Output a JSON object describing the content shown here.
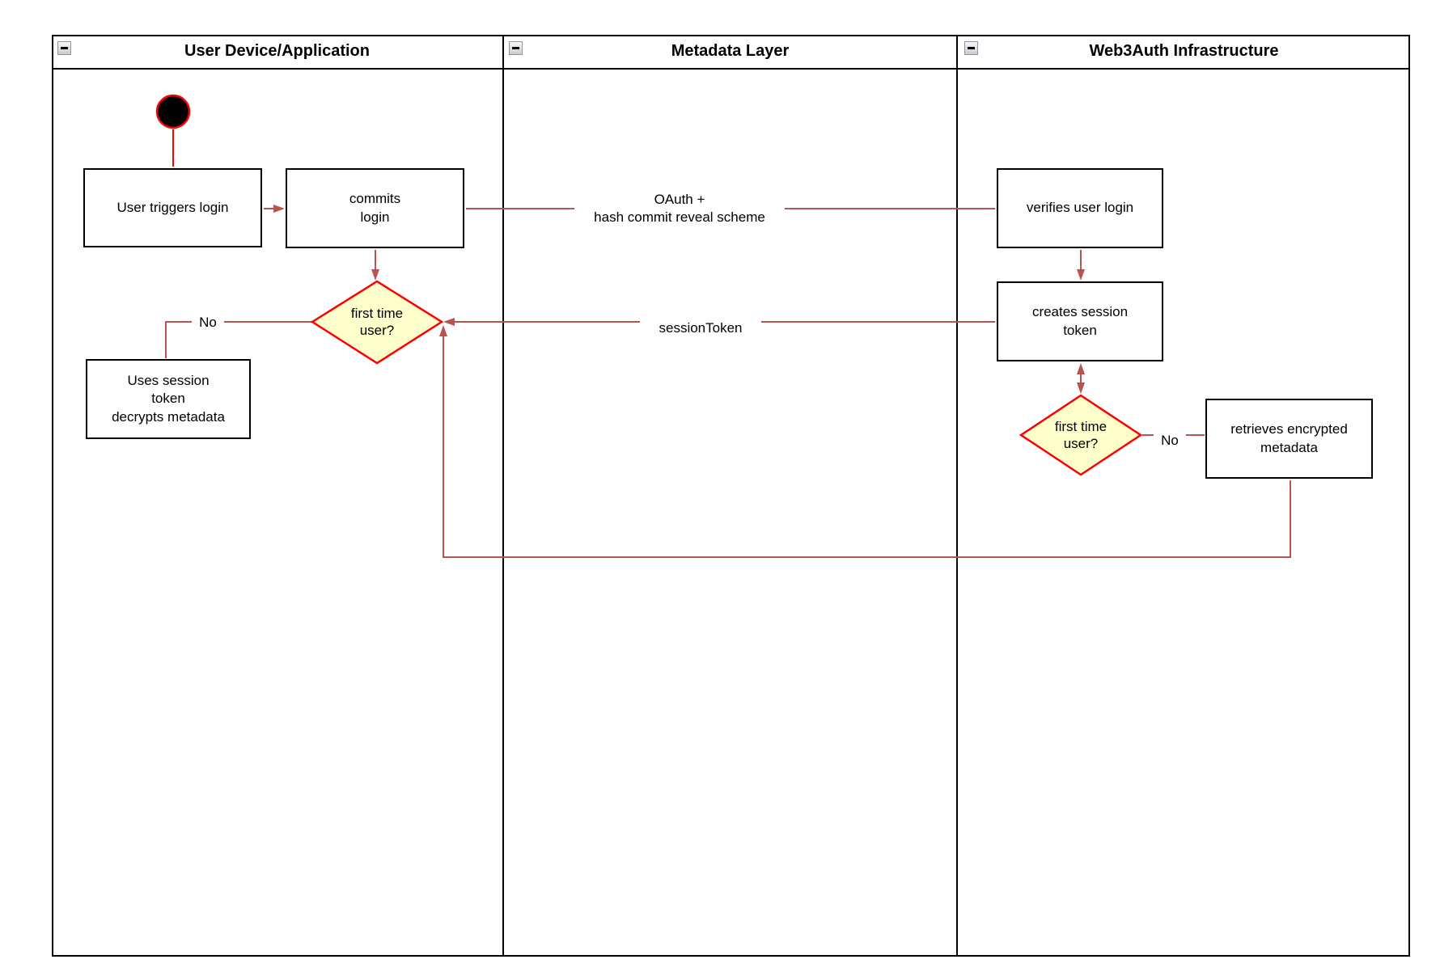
{
  "lanes": [
    {
      "title": "User Device/Application"
    },
    {
      "title": "Metadata Layer"
    },
    {
      "title": "Web3Auth Infrastructure"
    }
  ],
  "nodes": {
    "start": {
      "type": "initial-node"
    },
    "user_triggers_login": {
      "label": "User triggers login"
    },
    "commits_login": {
      "label": "commits\nlogin"
    },
    "first_time_user_1": {
      "label": "first time\nuser?"
    },
    "uses_session_token": {
      "label": "Uses session\ntoken\ndecrypts metadata"
    },
    "verifies_user_login": {
      "label": "verifies user login"
    },
    "creates_session_token": {
      "label": "creates session\ntoken"
    },
    "first_time_user_2": {
      "label": "first time\nuser?"
    },
    "retrieves_encrypted_metadata": {
      "label": "retrieves encrypted\nmetadata"
    }
  },
  "edge_labels": {
    "oauth": "OAuth +\nhash commit reveal scheme",
    "session_token": "sessionToken",
    "no_left": "No",
    "no_right": "No"
  },
  "colors": {
    "connector": "#B85450",
    "start_line": "#FF0000",
    "diamond_border": "#FF0000",
    "diamond_fill": "#FFFFCC",
    "node_border": "#000000",
    "start_fill": "#000000",
    "lane_border": "#000000"
  }
}
